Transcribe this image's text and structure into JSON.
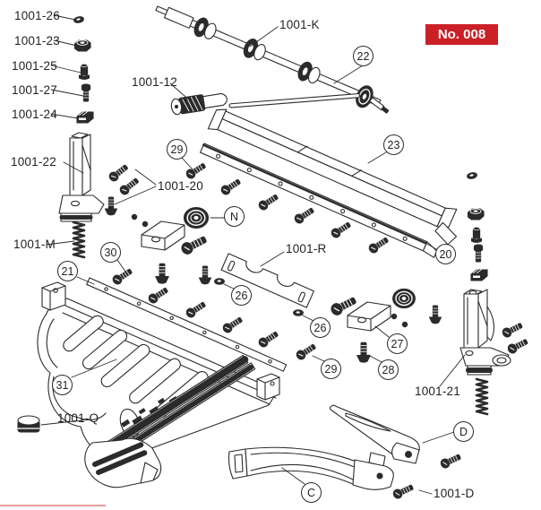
{
  "figure": {
    "badge_label": "No. 008"
  },
  "labels": {
    "l26": "1001-26",
    "l23": "1001-23",
    "l25": "1001-25",
    "l27": "1001-27",
    "l24": "1001-24",
    "l22": "1001-22",
    "lM": "1001-M",
    "l12": "1001-12",
    "lK": "1001-K",
    "l20": "1001-20",
    "lR": "1001-R",
    "lQ": "1001-Q",
    "l21": "1001-21",
    "lD": "1001-D"
  },
  "callouts": {
    "n22": "22",
    "n23": "23",
    "n29a": "29",
    "nN": "N",
    "n20": "20",
    "n30": "30",
    "n21": "21",
    "n26a": "26",
    "n26b": "26",
    "n27": "27",
    "n29b": "29",
    "n28": "28",
    "n31": "31",
    "nD": "D",
    "nC": "C"
  },
  "colors": {
    "badge_bg": "#cb2027",
    "badge_text": "#ffffff",
    "diagram_line": "#2b2b2b",
    "partial_badge_strip": "#e79c9c"
  }
}
